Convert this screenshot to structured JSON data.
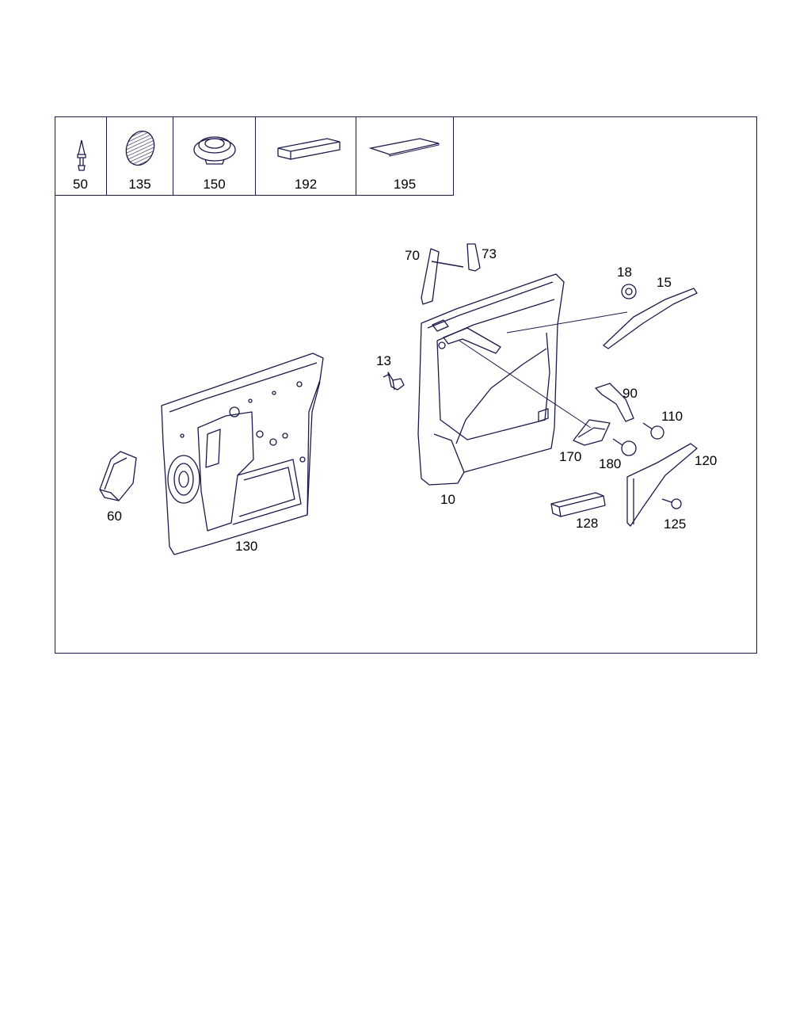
{
  "legend": [
    {
      "num": "50",
      "icon": "clip-icon"
    },
    {
      "num": "135",
      "icon": "oval-pad-icon"
    },
    {
      "num": "150",
      "icon": "grommet-icon"
    },
    {
      "num": "192",
      "icon": "foam-block-icon"
    },
    {
      "num": "195",
      "icon": "foil-sheet-icon"
    }
  ],
  "callouts": {
    "c10": "10",
    "c13": "13",
    "c15": "15",
    "c18": "18",
    "c60": "60",
    "c70": "70",
    "c73": "73",
    "c90": "90",
    "c110": "110",
    "c120": "120",
    "c125": "125",
    "c128": "128",
    "c130": "130",
    "c170": "170",
    "c180": "180"
  },
  "colors": {
    "line": "#1a1a4a",
    "fill": "#ffffff"
  }
}
